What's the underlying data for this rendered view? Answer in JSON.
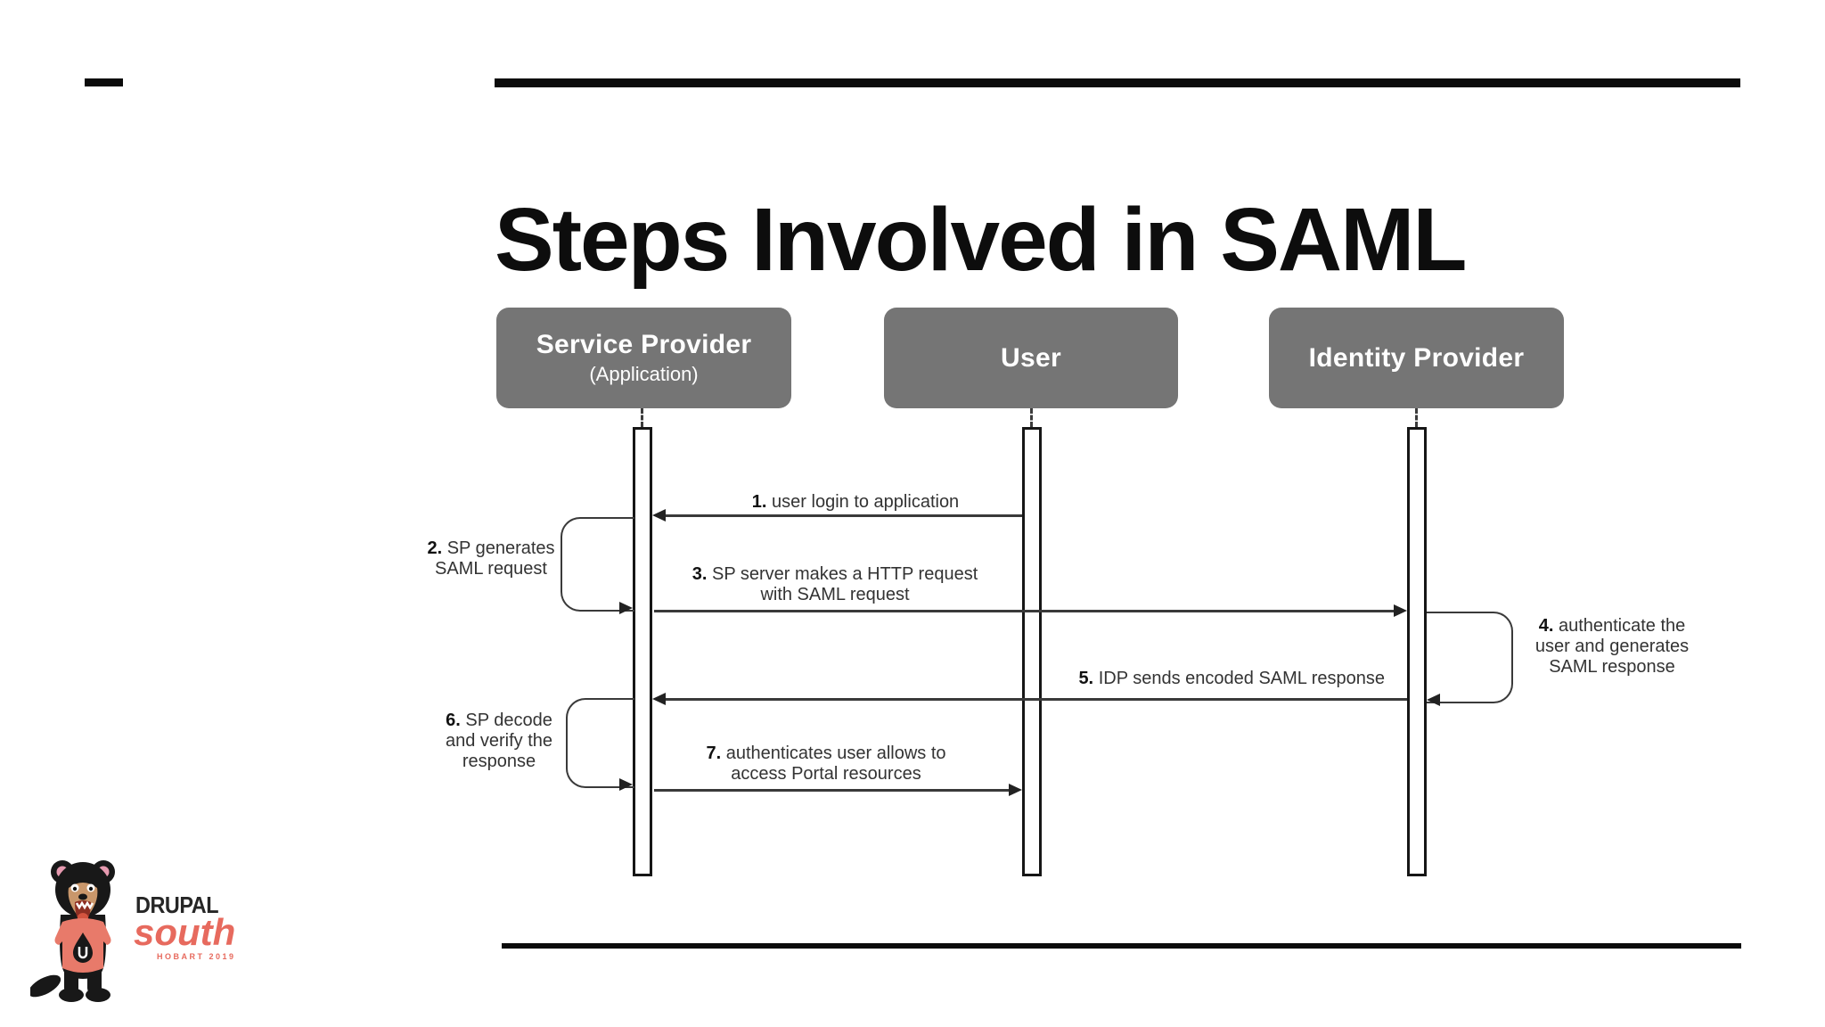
{
  "slide": {
    "title": "Steps Involved in SAML"
  },
  "actors": [
    {
      "name": "Service Provider",
      "subtitle": "(Application)"
    },
    {
      "name": "User"
    },
    {
      "name": "Identity Provider"
    }
  ],
  "steps": [
    {
      "num": "1.",
      "text": "user login to application"
    },
    {
      "num": "2.",
      "text": "SP generates SAML request"
    },
    {
      "num": "3.",
      "text": "SP server makes a HTTP request with SAML request"
    },
    {
      "num": "4.",
      "text": "authenticate the user and generates SAML response"
    },
    {
      "num": "5.",
      "text": "IDP sends encoded SAML response"
    },
    {
      "num": "6.",
      "text": "SP decode and verify the response"
    },
    {
      "num": "7.",
      "text": "authenticates user allows to access Portal resources"
    }
  ],
  "logo": {
    "line1": "DRUPAL",
    "line2": "south",
    "line3": "HOBART 2019"
  },
  "colors": {
    "actor_box": "#757575",
    "actor_text": "#ffffff",
    "rule_black": "#0b0b0b",
    "arrow": "#3a3a3a",
    "logo_coral": "#e76a5e",
    "mascot_shirt": "#e87a6a"
  }
}
